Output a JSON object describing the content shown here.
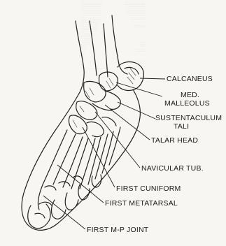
{
  "figure": {
    "labels": {
      "calcaneus": "CALCANEUS",
      "med_malleolus_line1": "MED.",
      "med_malleolus_line2": "MALLEOLUS",
      "sustentaculum_line1": "SUSTENTACULUM",
      "sustentaculum_line2": "TALI",
      "talar_head": "TALAR HEAD",
      "navicular_tub": "NAVICULAR TUB.",
      "first_cuniform": "FIRST CUNIFORM",
      "first_metatarsal": "FIRST METATARSAL",
      "first_mp_joint": "FIRST M-P JOINT"
    },
    "colors": {
      "paper": "#f7f6f3",
      "ink": "#1a1a1a",
      "bleed_text": "#cfcac2"
    }
  }
}
